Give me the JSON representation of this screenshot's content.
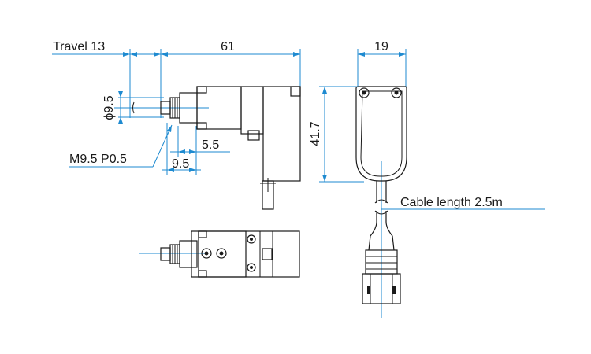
{
  "labels": {
    "travel": "Travel 13",
    "length": "61",
    "width": "19",
    "diameter": "ϕ9.5",
    "height": "41.7",
    "offset": "5.5",
    "thread_width": "9.5",
    "thread": "M9.5 P0.5",
    "cable": "Cable length 2.5m"
  },
  "colors": {
    "dimension_line": "#1e8ad0",
    "outline": "#1a1a1a"
  },
  "icons": {
    "screw": "screw-head-icon",
    "connector": "cable-connector-icon"
  }
}
